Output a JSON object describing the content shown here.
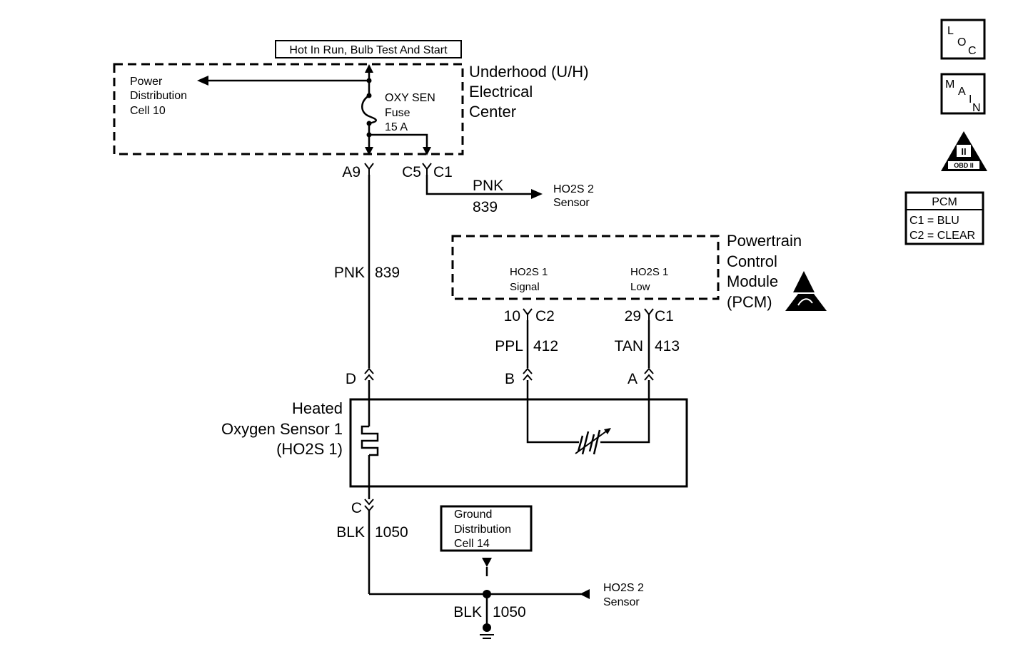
{
  "header_label": "Hot In Run, Bulb Test And Start",
  "uh_center": {
    "line1": "Underhood (U/H)",
    "line2": "Electrical",
    "line3": "Center"
  },
  "power_dist": {
    "line1": "Power",
    "line2": "Distribution",
    "line3": "Cell 10"
  },
  "fuse": {
    "line1": "OXY SEN",
    "line2": "Fuse",
    "line3": "15 A"
  },
  "connectors": {
    "a9": "A9",
    "c5": "C5",
    "c1_top": "C1",
    "pcm_10": "10",
    "pcm_c2": "C2",
    "pcm_29": "29",
    "pcm_c1": "C1",
    "d": "D",
    "b": "B",
    "a": "A",
    "c": "C"
  },
  "wires": {
    "pnk_top_color": "PNK",
    "pnk_top_num": "839",
    "pnk_main_color": "PNK",
    "pnk_main_num": "839",
    "ppl_color": "PPL",
    "ppl_num": "412",
    "tan_color": "TAN",
    "tan_num": "413",
    "blk_upper_color": "BLK",
    "blk_upper_num": "1050",
    "blk_lower_color": "BLK",
    "blk_lower_num": "1050"
  },
  "ho2s2_top": {
    "line1": "HO2S 2",
    "line2": "Sensor"
  },
  "ho2s2_bottom": {
    "line1": "HO2S 2",
    "line2": "Sensor"
  },
  "pcm": {
    "line1": "Powertrain",
    "line2": "Control",
    "line3": "Module",
    "line4": "(PCM)",
    "signal_line1": "HO2S 1",
    "signal_line2": "Signal",
    "low_line1": "HO2S 1",
    "low_line2": "Low"
  },
  "sensor": {
    "line1": "Heated",
    "line2": "Oxygen Sensor 1",
    "line3": "(HO2S 1)"
  },
  "ground_dist": {
    "line1": "Ground",
    "line2": "Distribution",
    "line3": "Cell 14"
  },
  "badges": {
    "loc": {
      "l": "L",
      "o": "O",
      "c": "C"
    },
    "main": {
      "m": "M",
      "a": "A",
      "i": "I",
      "n": "N"
    },
    "obd": {
      "numeral": "II",
      "label": "OBD II"
    }
  },
  "pcm_legend": {
    "title": "PCM",
    "row1": "C1 = BLU",
    "row2": "C2 = CLEAR"
  }
}
